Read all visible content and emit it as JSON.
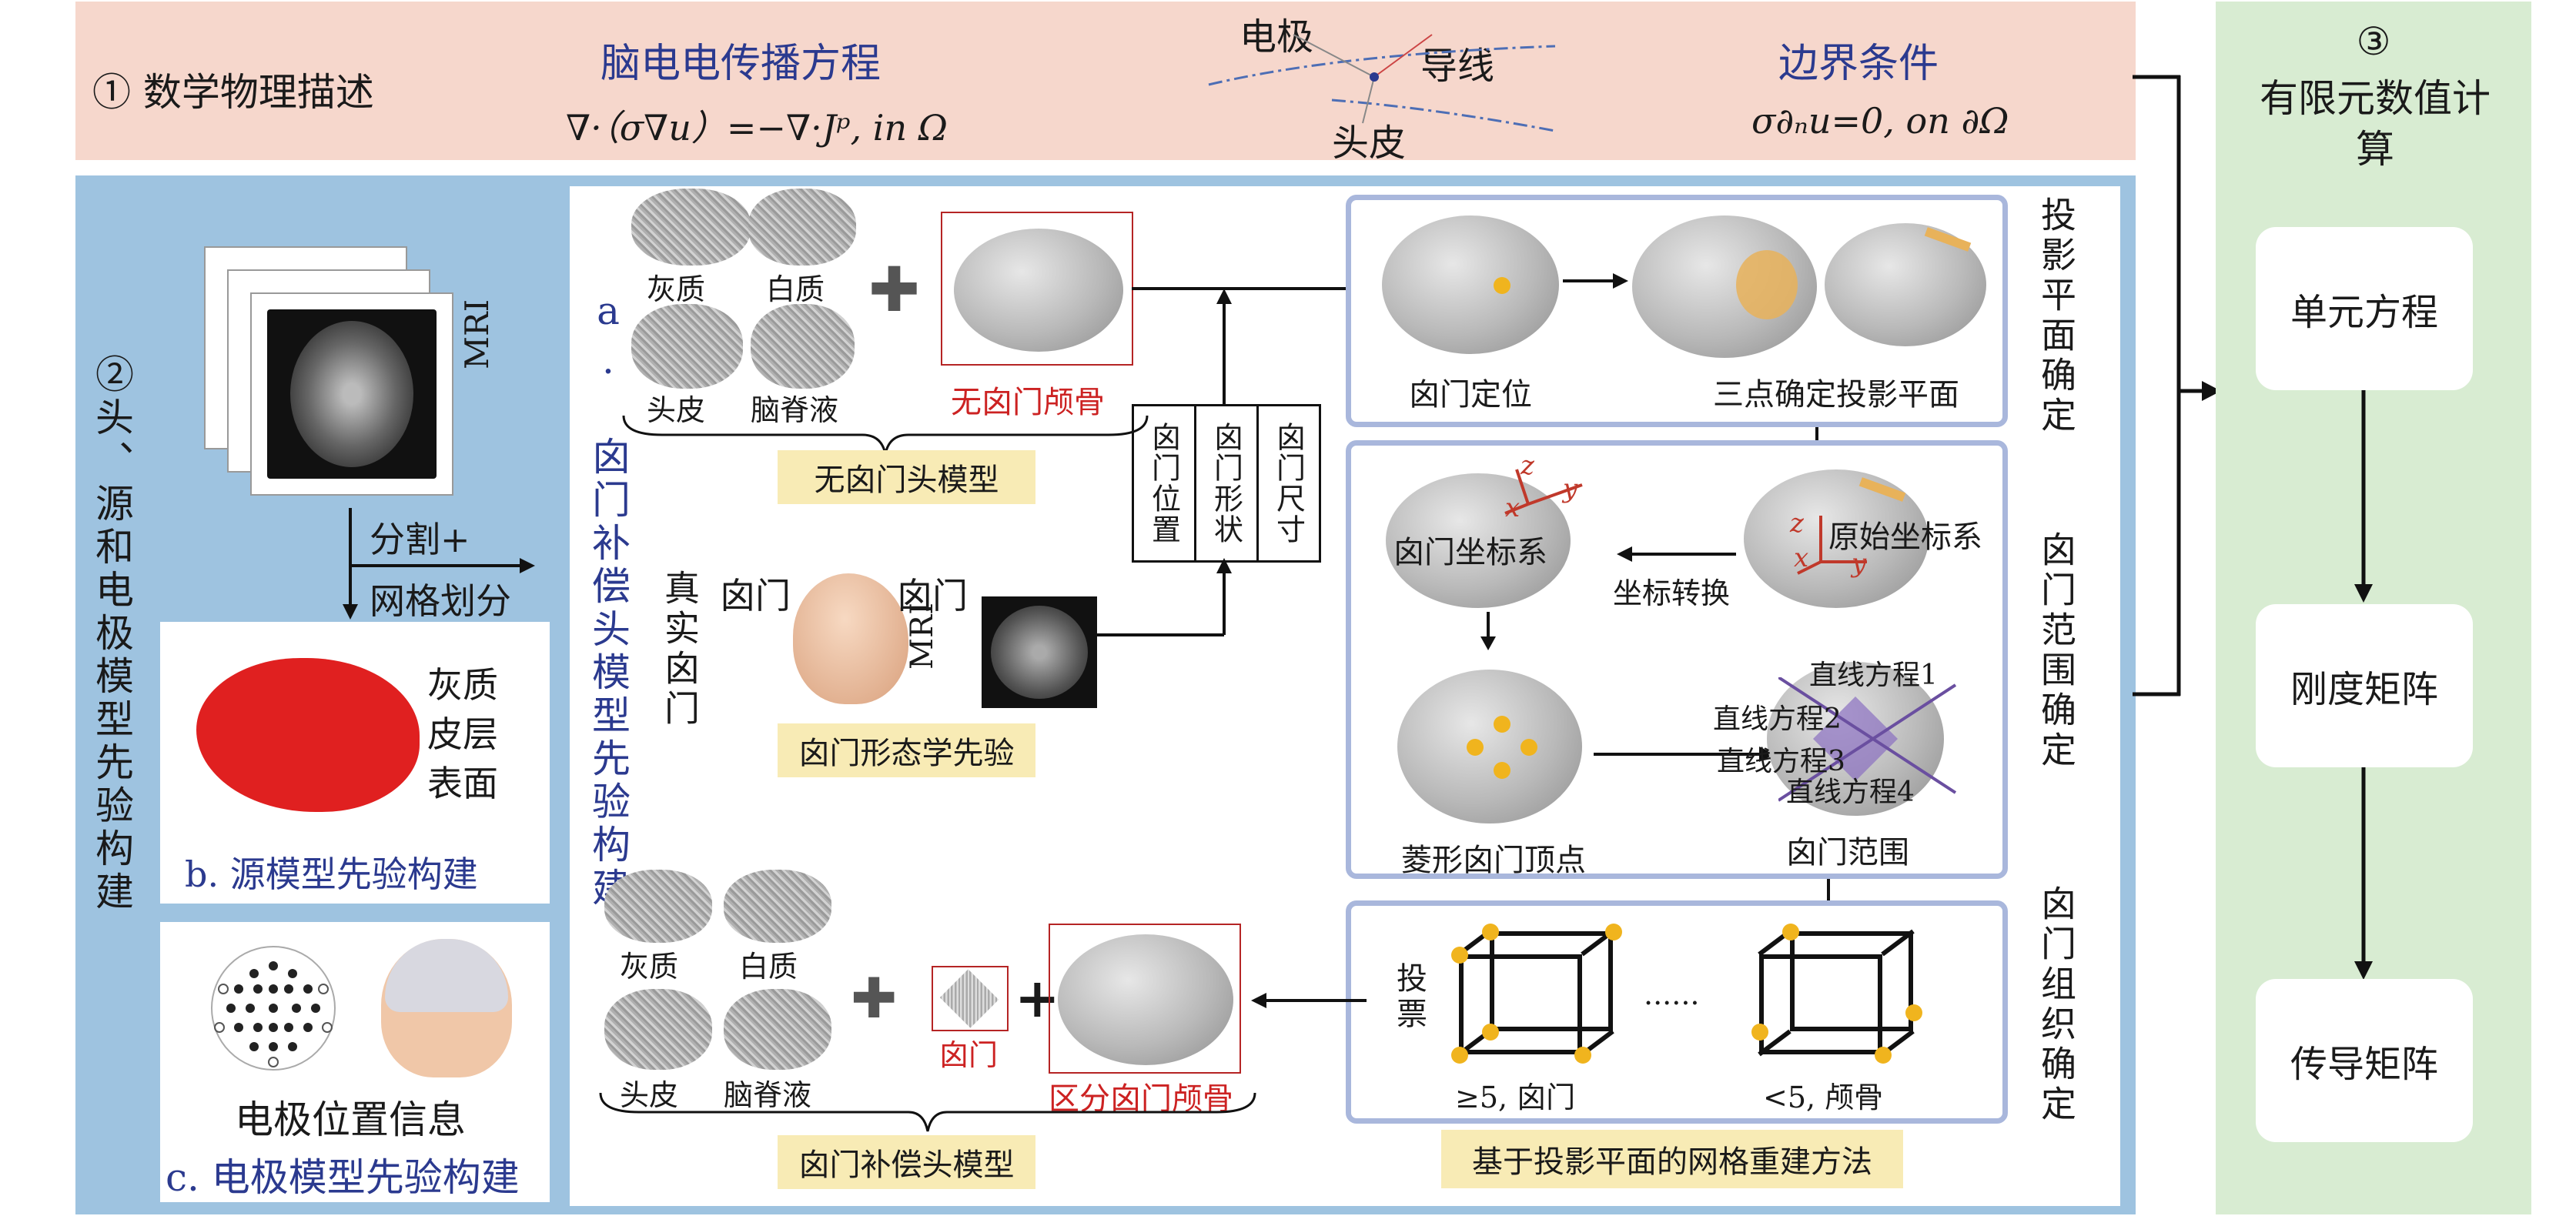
{
  "panel1": {
    "title": "① 数学物理描述",
    "equation_title": "脑电电传播方程",
    "equation": "∇·（σ∇u）=−∇·Jᵖ, in Ω",
    "electrode_label": "电极",
    "wire_label": "导线",
    "scalp_label": "头皮",
    "boundary_title": "边界条件",
    "boundary_eq": "σ∂ₙu=0, on ∂Ω"
  },
  "panel2": {
    "title": "②头、源和电极模型先验构建",
    "mri_label": "MRI",
    "seg_line1": "分割+",
    "seg_line2": "网格划分",
    "cortex_label": "灰质皮层表面",
    "b_caption": "b. 源模型先验构建",
    "electrode_info": "电极位置信息",
    "c_caption": "c. 电极模型先验构建",
    "a_caption": "a. 囟门补偿头模型先验构建",
    "tissues": {
      "gray": "灰质",
      "white": "白质",
      "scalp": "头皮",
      "csf": "脑脊液"
    },
    "no_fontanel_skull": "无囟门颅骨",
    "no_fontanel_model": "无囟门头模型",
    "real_fontanel": "真实囟门",
    "fontanel": "囟门",
    "mri_small": "MRI",
    "morph_prior": "囟门形态学先验",
    "params": [
      "囟门位置",
      "囟门形状",
      "囟门尺寸"
    ],
    "fontanel_small": "囟门",
    "distinguish_skull": "区分囟门颅骨",
    "comp_model": "囟门补偿头模型",
    "proj": {
      "locate": "囟门定位",
      "three_point": "三点确定投影平面",
      "label": "投影平面确定"
    },
    "range": {
      "fontanel_cs": "囟门坐标系",
      "orig_cs": "原始坐标系",
      "transform": "坐标转换",
      "vertices": "菱形囟门顶点",
      "lines": [
        "直线方程1",
        "直线方程2",
        "直线方程3",
        "直线方程4"
      ],
      "fontanel_range": "囟门范围",
      "label": "囟门范围确定",
      "axes": [
        "z",
        "x",
        "y"
      ]
    },
    "tissue": {
      "vote": "投票",
      "ge5": "≥5, 囟门",
      "dots": "......",
      "lt5": "<5, 颅骨",
      "method": "基于投影平面的网格重建方法",
      "label": "囟门组织确定"
    }
  },
  "panel3": {
    "title_num": "③",
    "title": "有限元数值计算",
    "steps": [
      "单元方程",
      "刚度矩阵",
      "传导矩阵"
    ]
  },
  "colors": {
    "pink": "#f6d7cc",
    "blue": "#9ec3e0",
    "green": "#d8ecd2",
    "tag": "#f8ebb5",
    "accent_blue": "#2b3a8f",
    "red": "#cc2222"
  }
}
